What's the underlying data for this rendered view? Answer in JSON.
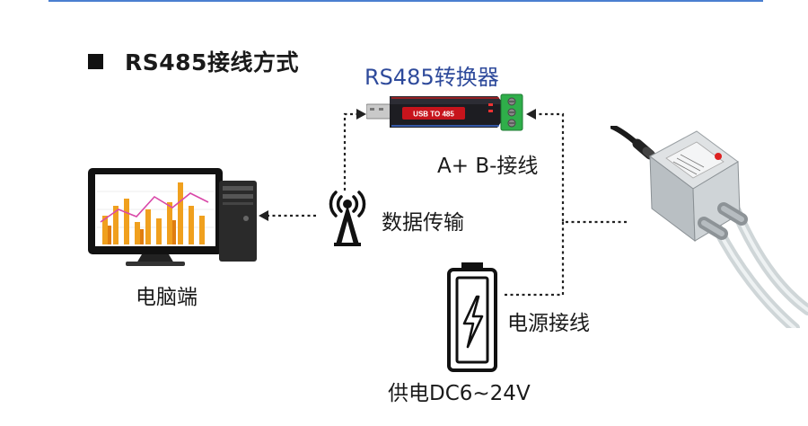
{
  "title": "RS485接线方式",
  "converter": {
    "name": "RS485转换器",
    "body_text": "USB TO 485",
    "wiring_label": "A+ B-接线"
  },
  "pc_label": "电脑端",
  "wireless_label": "数据传输",
  "power": {
    "wiring_label": "电源接线",
    "supply_label": "供电DC6~24V"
  },
  "colors": {
    "accent_rule": "#4a7fd0",
    "title_blue": "#2e4a9b",
    "terminal_green": "#2fae4a",
    "converter_red": "#d11b1b",
    "chart_orange": "#f0a01e"
  }
}
